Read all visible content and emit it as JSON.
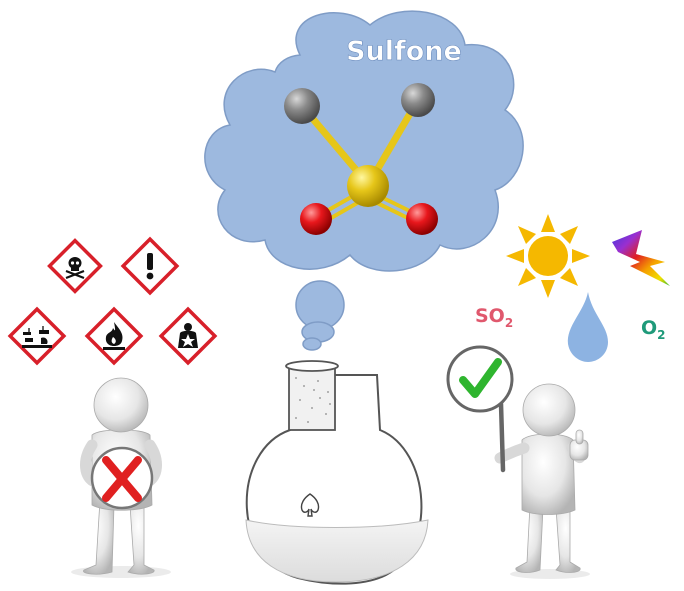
{
  "cloud": {
    "title": "Sulfone"
  },
  "molecule": {
    "atoms": [
      {
        "element": "C",
        "color": "#8a8a8a"
      },
      {
        "element": "C",
        "color": "#8a8a8a"
      },
      {
        "element": "S",
        "color": "#e6c619"
      },
      {
        "element": "O",
        "color": "#e8171c"
      },
      {
        "element": "O",
        "color": "#e8171c"
      }
    ]
  },
  "hazard_pictograms": [
    "skull-crossbones",
    "exclamation-mark",
    "corrosion",
    "flame",
    "health-hazard"
  ],
  "green_side": {
    "so2_main": "SO",
    "so2_sub": "2",
    "o2_main": "O",
    "o2_sub": "2",
    "icons": [
      "sun",
      "lightning",
      "water-drop"
    ]
  },
  "figures": {
    "left_sign": "reject-cross",
    "right_sign": "approve-check"
  },
  "colors": {
    "cloud": "#9db9df",
    "so2": "#e0586d",
    "o2": "#1f9a7a",
    "check": "#2fb52f",
    "cross": "#e02020",
    "hazard_red": "#d8202a",
    "sun": "#f5b800",
    "drop": "#8db3e2"
  }
}
